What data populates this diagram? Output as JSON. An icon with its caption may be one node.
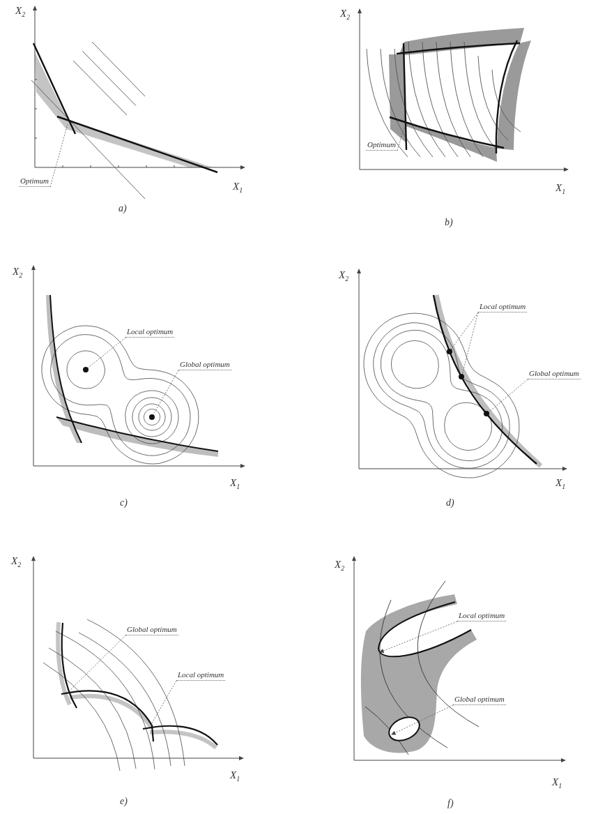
{
  "diagram": {
    "nodes": [
      {
        "text": [
          "Optimum"
        ]
      },
      {
        "text": [
          "Optimum"
        ]
      },
      {
        "text": [
          "Local optimum"
        ]
      },
      {
        "text": [],
        "shape": "circle"
      },
      {
        "text": [
          "Global optimum"
        ]
      },
      {
        "text": [],
        "shape": "circle"
      },
      {
        "text": [
          "Local optimum"
        ]
      },
      {
        "text": [],
        "shape": "circle"
      },
      {
        "text": [],
        "shape": "circle"
      },
      {
        "text": [
          "Global optimum"
        ]
      },
      {
        "text": [],
        "shape": "circle"
      },
      {
        "text": [
          "Global optimum"
        ]
      },
      {
        "text": [
          "Local optimum"
        ]
      },
      {
        "text": [
          "Local optimum"
        ]
      },
      {
        "text": [
          "Global optimum"
        ]
      }
    ],
    "edges": [
      {
        "from": 0,
        "to": null,
        "arrow": "none",
        "style": "dashed"
      },
      {
        "from": 1,
        "to": null,
        "arrow": "none",
        "style": "dashed"
      },
      {
        "from": 2,
        "to": 3,
        "arrow": "none",
        "style": "dashed"
      },
      {
        "from": 4,
        "to": 5,
        "arrow": "none",
        "style": "dashed"
      },
      {
        "from": 6,
        "to": 7,
        "arrow": "none",
        "style": "dashed"
      },
      {
        "from": 6,
        "to": 8,
        "arrow": "none",
        "style": "dashed"
      },
      {
        "from": 9,
        "to": 10,
        "arrow": "none",
        "style": "dashed"
      },
      {
        "from": 11,
        "to": null,
        "arrow": "none",
        "style": "dashed"
      },
      {
        "from": 12,
        "to": null,
        "arrow": "none",
        "style": "dashed"
      },
      {
        "from": 13,
        "to": null,
        "arrow": "to",
        "style": "dashed"
      },
      {
        "from": 14,
        "to": null,
        "arrow": "to",
        "style": "dashed"
      }
    ],
    "labels": [
      "X$_{2}$",
      "X$_{1}$",
      "a)",
      "X$_{2}$",
      "X$_{1}$",
      "b)",
      "X$_{2}$",
      "X$_{1}$",
      "c)",
      "X$_{2}$",
      "X$_{1}$",
      "d)",
      "X$_{2}$",
      "X$_{1}$",
      "e)",
      "X$_{2}$",
      "X$_{1}$",
      "f)"
    ]
  }
}
